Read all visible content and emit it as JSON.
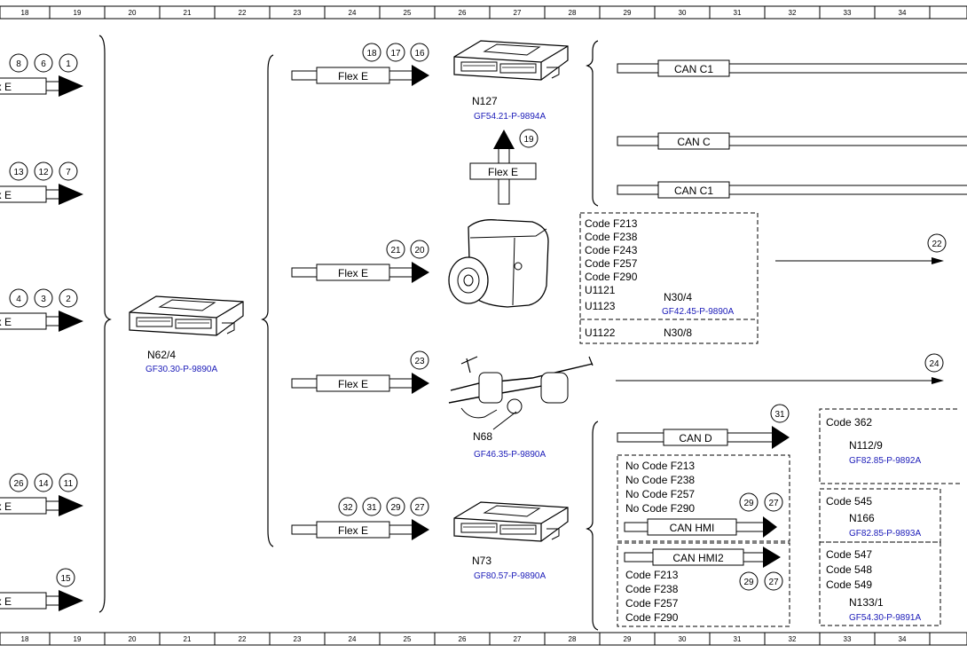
{
  "ruler_top": [
    "18",
    "19",
    "20",
    "21",
    "22",
    "23",
    "24",
    "25",
    "26",
    "27",
    "28",
    "29",
    "30",
    "31",
    "32",
    "33",
    "34"
  ],
  "ruler_bottom": [
    "18",
    "19",
    "20",
    "21",
    "22",
    "23",
    "24",
    "25",
    "26",
    "27",
    "28",
    "29",
    "30",
    "31",
    "32",
    "33",
    "34"
  ],
  "left_arrows": [
    {
      "label": "Flex E",
      "circles": [
        "8",
        "6",
        "1"
      ]
    },
    {
      "label": "Flex E",
      "circles": [
        "13",
        "12",
        "7"
      ]
    },
    {
      "label": "Flex E",
      "circles": [
        "4",
        "3",
        "2"
      ]
    },
    {
      "label": "Flex E",
      "circles": [
        "26",
        "14",
        "11"
      ]
    },
    {
      "label": "Flex E",
      "circles": [
        "15"
      ]
    }
  ],
  "n62": {
    "name": "N62/4",
    "ref": "GF30.30-P-9890A"
  },
  "mid_arrows": [
    {
      "label": "Flex E",
      "circles": [
        "18",
        "17",
        "16"
      ]
    },
    {
      "label": "Flex E",
      "circles": [
        "21",
        "20"
      ]
    },
    {
      "label": "Flex E",
      "circles": [
        "23"
      ]
    },
    {
      "label": "Flex E",
      "circles": [
        "32",
        "31",
        "29",
        "27"
      ]
    }
  ],
  "up_arrow": {
    "label": "Flex E",
    "circle": "19"
  },
  "n127": {
    "name": "N127",
    "ref": "GF54.21-P-9894A"
  },
  "n68": {
    "name": "N68",
    "ref": "GF46.35-P-9890A"
  },
  "n73": {
    "name": "N73",
    "ref": "GF80.57-P-9890A"
  },
  "can_top": [
    "CAN C1",
    "CAN C",
    "CAN C1"
  ],
  "n30_box": {
    "codes": [
      "Code F213",
      "Code F238",
      "Code F243",
      "Code F257",
      "Code F290",
      "U1121",
      "U1123"
    ],
    "name": "N30/4",
    "ref": "GF42.45-P-9890A",
    "code2": "U1122",
    "name2": "N30/8"
  },
  "circle22": "22",
  "circle24": "24",
  "can_d": {
    "label": "CAN D",
    "circle": "31"
  },
  "nocode_box": {
    "codes": [
      "No Code F213",
      "No Code F238",
      "No Code F257",
      "No Code F290"
    ],
    "can": "CAN HMI",
    "circles": [
      "29",
      "27"
    ]
  },
  "hmi2_box": {
    "can": "CAN HMI2",
    "codes": [
      "Code F213",
      "Code F238",
      "Code F257",
      "Code F290"
    ],
    "circles": [
      "29",
      "27"
    ]
  },
  "n112": {
    "code": "Code 362",
    "name": "N112/9",
    "ref": "GF82.85-P-9892A"
  },
  "n166": {
    "code": "Code 545",
    "name": "N166",
    "ref": "GF82.85-P-9893A"
  },
  "n133": {
    "codes": [
      "Code 547",
      "Code 548",
      "Code 549"
    ],
    "name": "N133/1",
    "ref": "GF54.30-P-9891A"
  }
}
